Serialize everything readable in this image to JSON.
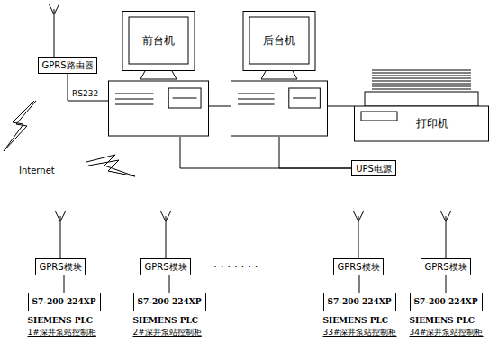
{
  "diagram": {
    "nodes": [
      {
        "text": [
          "GPRS路由器"
        ]
      },
      {
        "text": [
          "前台机"
        ]
      },
      {
        "text": [
          "后台机"
        ]
      },
      {
        "text": [
          "打印机"
        ]
      },
      {
        "text": [
          "UPS电源"
        ]
      },
      {
        "text": [
          "GPRS模块"
        ]
      },
      {
        "text": [
          "GPRS模块"
        ]
      },
      {
        "text": [
          "GPRS模块"
        ]
      },
      {
        "text": [
          "GPRS模块"
        ]
      },
      {
        "text": [
          "S7-200 224XP",
          "SIEMENS PLC",
          "1#深井泵站控制柜"
        ]
      },
      {
        "text": [
          "S7-200 224XP",
          "SIEMENS PLC",
          "2#深井泵站控制柜"
        ]
      },
      {
        "text": [
          "S7-200 224XP",
          "SIEMENS PLC",
          "33#深井泵站控制柜"
        ]
      },
      {
        "text": [
          "S7-200 224XP",
          "SIEMENS PLC",
          "34#深井泵站控制柜"
        ]
      }
    ],
    "edges": [
      {
        "from": 0,
        "to": 1,
        "label": "RS232",
        "arrow": "none"
      },
      {
        "from": 1,
        "to": 2,
        "arrow": "none"
      },
      {
        "from": 2,
        "to": 3,
        "arrow": "none"
      },
      {
        "from": 1,
        "to": 4,
        "arrow": "none"
      },
      {
        "from": 2,
        "to": 4,
        "arrow": "none"
      },
      {
        "from": 5,
        "to": 9,
        "arrow": "none"
      },
      {
        "from": 6,
        "to": 10,
        "arrow": "none"
      },
      {
        "from": 7,
        "to": 11,
        "arrow": "none"
      },
      {
        "from": 8,
        "to": 12,
        "arrow": "none"
      }
    ],
    "labels": [
      "Internet",
      "· · · · · · ·"
    ]
  }
}
